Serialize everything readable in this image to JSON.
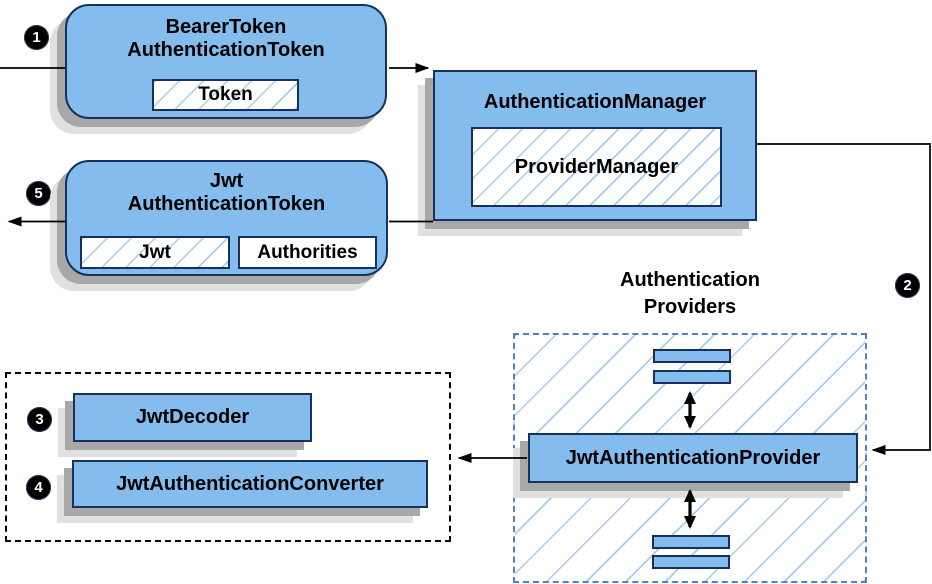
{
  "colors": {
    "node_fill": "#85BCEE",
    "node_border": "#16325C",
    "hatch_line": "#A9CBEF",
    "providers_border": "#5580B8",
    "shadow_dark": "#A8A8A8",
    "shadow_light": "#E0E0E0",
    "arrow": "#000000"
  },
  "steps": {
    "s1": "1",
    "s2": "2",
    "s3": "3",
    "s4": "4",
    "s5": "5"
  },
  "nodes": {
    "bearer_token": {
      "title1": "BearerToken",
      "title2": "AuthenticationToken",
      "chip": "Token"
    },
    "authentication_manager": {
      "title": "AuthenticationManager",
      "inner": "ProviderManager"
    },
    "jwt_token": {
      "title1": "Jwt",
      "title2": "AuthenticationToken",
      "chip1": "Jwt",
      "chip2": "Authorities"
    },
    "providers_group": {
      "label1": "Authentication",
      "label2": "Providers"
    },
    "jwt_provider": {
      "title": "JwtAuthenticationProvider"
    },
    "jwt_decoder": {
      "title": "JwtDecoder"
    },
    "jwt_converter": {
      "title": "JwtAuthenticationConverter"
    }
  }
}
